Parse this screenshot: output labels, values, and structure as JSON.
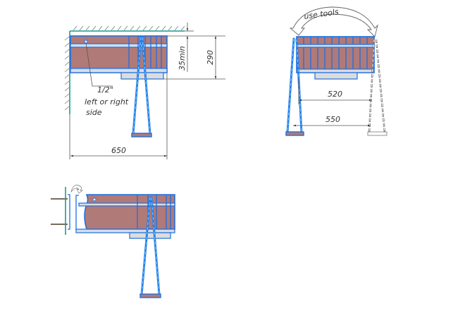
{
  "view_side": {
    "label_thread": "1/2\"",
    "label_side_line1": "left or right",
    "label_side_line2": "side",
    "dim_min_gap": "35min",
    "dim_height": "290",
    "dim_depth": "650"
  },
  "view_front": {
    "label_tools": "use tools",
    "dim_inner": "520",
    "dim_outer": "550"
  },
  "colors": {
    "frame": "#1e6fe0",
    "fill": "#b07a78",
    "wall": "#1a9c8c"
  }
}
